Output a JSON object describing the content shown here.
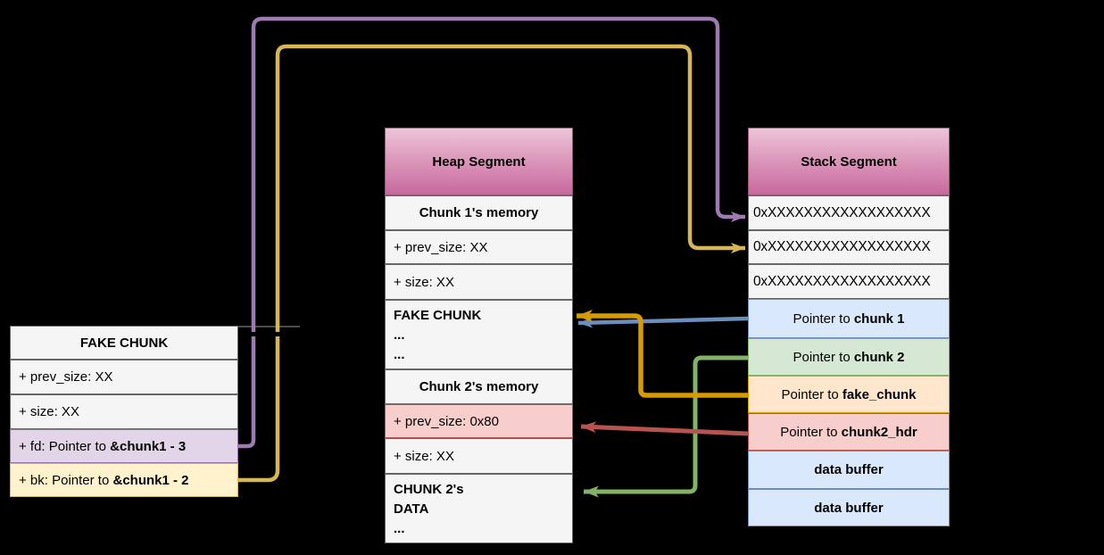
{
  "colors": {
    "background": "#000000",
    "cell_gray_bg": "#f5f5f5",
    "cell_gray_border": "#666666",
    "header_gradient_top": "#eec4d9",
    "header_gradient_bottom": "#c8689c",
    "header_border": "#9b5574",
    "purple_cell_bg": "#e1d5e7",
    "purple_cell_border": "#9673a6",
    "yellow_cell_bg": "#fff2cc",
    "yellow_cell_border": "#d6b656",
    "red_cell_bg": "#f8cecc",
    "red_cell_border": "#b85450",
    "blue_cell_bg": "#dae8fc",
    "blue_cell_border": "#6c8ebf",
    "green_cell_bg": "#d5e8d4",
    "green_cell_border": "#82b366",
    "orange_cell_bg": "#ffe6cc",
    "orange_cell_border": "#d79b00",
    "arrow_purple": "#9d7ab1",
    "arrow_yellow": "#d6b656",
    "arrow_blue": "#6c8ebf",
    "arrow_orange": "#d79b00",
    "arrow_red": "#b85450",
    "arrow_green": "#82b366"
  },
  "fake_chunk_table": {
    "title": "FAKE CHUNK",
    "rows": [
      {
        "pre": "+ prev_size: XX"
      },
      {
        "pre": "+ size: XX"
      },
      {
        "pre": "+ fd: Pointer to ",
        "bold": "&chunk1 - 3"
      },
      {
        "pre": "+ bk: Pointer to ",
        "bold": "&chunk1 - 2"
      }
    ]
  },
  "heap_table": {
    "title": "Heap Segment",
    "rows": [
      {
        "bold": "Chunk 1's memory"
      },
      {
        "pre": "+ prev_size: XX"
      },
      {
        "pre": "+ size: XX"
      },
      {
        "line1": "FAKE CHUNK",
        "line2": "...",
        "line3": "..."
      },
      {
        "bold": "Chunk 2's memory"
      },
      {
        "pre": "+ prev_size: 0x80"
      },
      {
        "pre": "+ size: XX"
      },
      {
        "line1": "CHUNK 2's",
        "line2": "DATA",
        "line3": "..."
      }
    ]
  },
  "stack_table": {
    "title": "Stack Segment",
    "rows": [
      {
        "pre": "0xXXXXXXXXXXXXXXXXXX"
      },
      {
        "pre": "0xXXXXXXXXXXXXXXXXXX"
      },
      {
        "pre": "0xXXXXXXXXXXXXXXXXXX"
      },
      {
        "pre": "Pointer to ",
        "bold": "chunk 1"
      },
      {
        "pre": "Pointer to ",
        "bold": "chunk 2"
      },
      {
        "pre": "Pointer to ",
        "bold": "fake_chunk"
      },
      {
        "pre": "Pointer to ",
        "bold": "chunk2_hdr"
      },
      {
        "bold": "data buffer"
      },
      {
        "bold": "data buffer"
      }
    ]
  }
}
